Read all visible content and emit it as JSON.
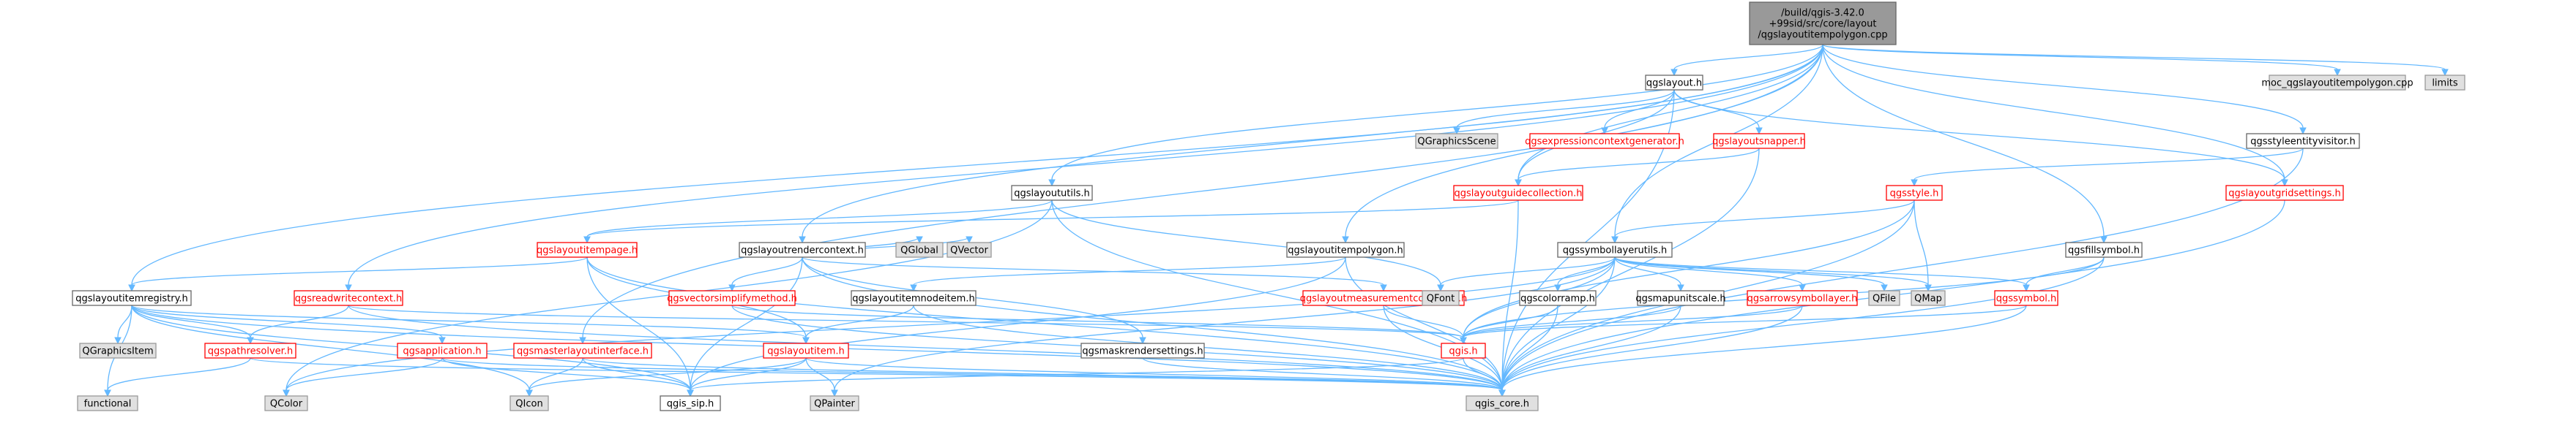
{
  "diagram": {
    "type": "include-dependency-graph",
    "colors": {
      "edge": "#63b8ff",
      "root_fill": "#999999",
      "external_fill": "#e0e0e0",
      "truncated_text": "#ff0000",
      "node_fill": "#ffffff"
    },
    "nodes": [
      {
        "id": "root",
        "label_lines": [
          "/build/qgis-3.42.0",
          "+99sid/src/core/layout",
          "/qgslayoutitempolygon.cpp"
        ],
        "style": "root"
      },
      {
        "id": "qgslayout_h",
        "label_lines": [
          "qgslayout.h"
        ],
        "style": "plain"
      },
      {
        "id": "moc",
        "label_lines": [
          "moc_qgslayoutitempolygon.cpp"
        ],
        "style": "gray"
      },
      {
        "id": "limits",
        "label_lines": [
          "limits"
        ],
        "style": "gray"
      },
      {
        "id": "qgsstyleentityvisitor",
        "label_lines": [
          "qgsstyleentityvisitor.h"
        ],
        "style": "plain"
      },
      {
        "id": "qgraphicsscene",
        "label_lines": [
          "QGraphicsScene"
        ],
        "style": "gray"
      },
      {
        "id": "qgsexprctxgen",
        "label_lines": [
          "qgsexpressioncontextgenerator.h"
        ],
        "style": "red"
      },
      {
        "id": "qgslayoutsnapper",
        "label_lines": [
          "qgslayoutsnapper.h"
        ],
        "style": "red"
      },
      {
        "id": "qgslayoututils",
        "label_lines": [
          "qgslayoututils.h"
        ],
        "style": "plain"
      },
      {
        "id": "qgslayoutguidecollection",
        "label_lines": [
          "qgslayoutguidecollection.h"
        ],
        "style": "red"
      },
      {
        "id": "qgsstyle",
        "label_lines": [
          "qgsstyle.h"
        ],
        "style": "red"
      },
      {
        "id": "qgslayoutgridsettings",
        "label_lines": [
          "qgslayoutgridsettings.h"
        ],
        "style": "red"
      },
      {
        "id": "qgslayoutitempage",
        "label_lines": [
          "qgslayoutitempage.h"
        ],
        "style": "red"
      },
      {
        "id": "qgslayoutrendercontext",
        "label_lines": [
          "qgslayoutrendercontext.h"
        ],
        "style": "plain"
      },
      {
        "id": "qgslayoutitempolygon",
        "label_lines": [
          "qgslayoutitempolygon.h"
        ],
        "style": "plain"
      },
      {
        "id": "qgssymbollayerutils",
        "label_lines": [
          "qgssymbollayerutils.h"
        ],
        "style": "plain"
      },
      {
        "id": "qgsfillsymbol",
        "label_lines": [
          "qgsfillsymbol.h"
        ],
        "style": "plain"
      },
      {
        "id": "qgslayoutitemregistry",
        "label_lines": [
          "qgslayoutitemregistry.h"
        ],
        "style": "plain"
      },
      {
        "id": "qgsreadwritecontext",
        "label_lines": [
          "qgsreadwritecontext.h"
        ],
        "style": "red"
      },
      {
        "id": "qglobal",
        "label_lines": [
          "QGlobal"
        ],
        "style": "gray"
      },
      {
        "id": "qvector",
        "label_lines": [
          "QVector"
        ],
        "style": "gray"
      },
      {
        "id": "qgsvectorsimplifymethod",
        "label_lines": [
          "qgsvectorsimplifymethod.h"
        ],
        "style": "red"
      },
      {
        "id": "qgslayoutitemnodeitem",
        "label_lines": [
          "qgslayoutitemnodeitem.h"
        ],
        "style": "plain"
      },
      {
        "id": "qgslayoutmeasurementconverter",
        "label_lines": [
          "qgslayoutmeasurementconverter.h"
        ],
        "style": "red"
      },
      {
        "id": "qfont",
        "label_lines": [
          "QFont"
        ],
        "style": "gray"
      },
      {
        "id": "qgscolorramp",
        "label_lines": [
          "qgscolorramp.h"
        ],
        "style": "plain"
      },
      {
        "id": "qgsmapunitscale",
        "label_lines": [
          "qgsmapunitscale.h"
        ],
        "style": "plain"
      },
      {
        "id": "qgsarrowsymbollayer",
        "label_lines": [
          "qgsarrowsymbollayer.h"
        ],
        "style": "red"
      },
      {
        "id": "qfile",
        "label_lines": [
          "QFile"
        ],
        "style": "gray"
      },
      {
        "id": "qmap",
        "label_lines": [
          "QMap"
        ],
        "style": "gray"
      },
      {
        "id": "qgssymbol",
        "label_lines": [
          "qgssymbol.h"
        ],
        "style": "red"
      },
      {
        "id": "qgraphicsitem",
        "label_lines": [
          "QGraphicsItem"
        ],
        "style": "gray"
      },
      {
        "id": "qgspathresolver",
        "label_lines": [
          "qgspathresolver.h"
        ],
        "style": "red"
      },
      {
        "id": "qgsapplication",
        "label_lines": [
          "qgsapplication.h"
        ],
        "style": "red"
      },
      {
        "id": "qgsmasterlayoutinterface",
        "label_lines": [
          "qgsmasterlayoutinterface.h"
        ],
        "style": "red"
      },
      {
        "id": "qgslayoutitem",
        "label_lines": [
          "qgslayoutitem.h"
        ],
        "style": "red"
      },
      {
        "id": "qgsmaskrendersettings",
        "label_lines": [
          "qgsmaskrendersettings.h"
        ],
        "style": "plain"
      },
      {
        "id": "qgis_h",
        "label_lines": [
          "qgis.h"
        ],
        "style": "red"
      },
      {
        "id": "functional",
        "label_lines": [
          "functional"
        ],
        "style": "gray"
      },
      {
        "id": "qcolor",
        "label_lines": [
          "QColor"
        ],
        "style": "gray"
      },
      {
        "id": "qicon",
        "label_lines": [
          "QIcon"
        ],
        "style": "gray"
      },
      {
        "id": "qgis_sip",
        "label_lines": [
          "qgis_sip.h"
        ],
        "style": "plain"
      },
      {
        "id": "qpainter",
        "label_lines": [
          "QPainter"
        ],
        "style": "gray"
      },
      {
        "id": "qgis_core",
        "label_lines": [
          "qgis_core.h"
        ],
        "style": "gray"
      }
    ],
    "edges": [
      [
        "root",
        "qgslayout_h"
      ],
      [
        "root",
        "moc"
      ],
      [
        "root",
        "limits"
      ],
      [
        "root",
        "qgsstyleentityvisitor"
      ],
      [
        "root",
        "qgslayoututils"
      ],
      [
        "root",
        "qgslayoutrendercontext"
      ],
      [
        "root",
        "qgslayoutitempolygon"
      ],
      [
        "root",
        "qgssymbollayerutils"
      ],
      [
        "root",
        "qgsfillsymbol"
      ],
      [
        "root",
        "qgslayoutitemregistry"
      ],
      [
        "root",
        "qgsreadwritecontext"
      ],
      [
        "root",
        "qgslayoutguidecollection"
      ],
      [
        "root",
        "qgslayoutgridsettings"
      ],
      [
        "root",
        "qgsmasterlayoutinterface"
      ],
      [
        "qgslayout_h",
        "qgraphicsscene"
      ],
      [
        "qgslayout_h",
        "qgsexprctxgen"
      ],
      [
        "qgslayout_h",
        "qgslayoutsnapper"
      ],
      [
        "qgslayout_h",
        "qgslayoutguidecollection"
      ],
      [
        "qgslayout_h",
        "qgslayoutgridsettings"
      ],
      [
        "qgslayout_h",
        "qgis_core"
      ],
      [
        "qgslayoutsnapper",
        "qgslayoutguidecollection"
      ],
      [
        "qgslayoutsnapper",
        "qgis_core"
      ],
      [
        "qgslayoutguidecollection",
        "qgslayoutitempage"
      ],
      [
        "qgslayoutguidecollection",
        "qgis_core"
      ],
      [
        "qgsstyleentityvisitor",
        "qgsstyle"
      ],
      [
        "qgsstyleentityvisitor",
        "qgis_core"
      ],
      [
        "qgsstyle",
        "qgssymbollayerutils"
      ],
      [
        "qgsstyle",
        "qmap"
      ],
      [
        "qgsstyle",
        "qgis_core"
      ],
      [
        "qgsstyle",
        "qgis_h"
      ],
      [
        "qgslayoutgridsettings",
        "qgis_core"
      ],
      [
        "qgslayoututils",
        "qgslayoutitempage"
      ],
      [
        "qgslayoututils",
        "qfont"
      ],
      [
        "qgslayoututils",
        "qgis_core"
      ],
      [
        "qgslayoututils",
        "qcolor"
      ],
      [
        "qgslayoutitempage",
        "qgslayoutitemregistry"
      ],
      [
        "qgslayoutitempage",
        "qgslayoutitem"
      ],
      [
        "qgslayoutitempage",
        "qgis_sip"
      ],
      [
        "qgslayoutitempage",
        "qgis_core"
      ],
      [
        "qgslayoutrendercontext",
        "qglobal"
      ],
      [
        "qgslayoutrendercontext",
        "qvector"
      ],
      [
        "qgslayoutrendercontext",
        "qgsvectorsimplifymethod"
      ],
      [
        "qgslayoutrendercontext",
        "qgslayoutmeasurementconverter"
      ],
      [
        "qgslayoutrendercontext",
        "qgsmaskrendersettings"
      ],
      [
        "qgslayoutrendercontext",
        "qgis_core"
      ],
      [
        "qgslayoutrendercontext",
        "qgis_sip"
      ],
      [
        "qgslayoutitempolygon",
        "qgslayoutitemnodeitem"
      ],
      [
        "qgslayoutitempolygon",
        "qgis_core"
      ],
      [
        "qgslayoutitempolygon",
        "qgis_sip"
      ],
      [
        "qgslayoutitemnodeitem",
        "qgslayoutitem"
      ],
      [
        "qgslayoutitemnodeitem",
        "qgis_core"
      ],
      [
        "qgssymbollayerutils",
        "qfont"
      ],
      [
        "qgssymbollayerutils",
        "qgscolorramp"
      ],
      [
        "qgssymbollayerutils",
        "qgsmapunitscale"
      ],
      [
        "qgssymbollayerutils",
        "qgsarrowsymbollayer"
      ],
      [
        "qgssymbollayerutils",
        "qfile"
      ],
      [
        "qgssymbollayerutils",
        "qmap"
      ],
      [
        "qgssymbollayerutils",
        "qgssymbol"
      ],
      [
        "qgssymbollayerutils",
        "qgis_core"
      ],
      [
        "qgssymbollayerutils",
        "qgis_h"
      ],
      [
        "qgssymbollayerutils",
        "qcolor"
      ],
      [
        "qgssymbollayerutils",
        "qpainter"
      ],
      [
        "qgsfillsymbol",
        "qgssymbol"
      ],
      [
        "qgsfillsymbol",
        "qgis_core"
      ],
      [
        "qgsfillsymbol",
        "qgis_h"
      ],
      [
        "qgssymbol",
        "qgis_core"
      ],
      [
        "qgssymbol",
        "qgis_h"
      ],
      [
        "qgscolorramp",
        "qgis_core"
      ],
      [
        "qgscolorramp",
        "qgis_h"
      ],
      [
        "qgsmapunitscale",
        "qgis_core"
      ],
      [
        "qgsmapunitscale",
        "qgis_h"
      ],
      [
        "qgsarrowsymbollayer",
        "qgis_core"
      ],
      [
        "qgsarrowsymbollayer",
        "qgis_h"
      ],
      [
        "qgslayoutmeasurementconverter",
        "qgis_core"
      ],
      [
        "qgslayoutmeasurementconverter",
        "qgis_h"
      ],
      [
        "qgsvectorsimplifymethod",
        "qgis_core"
      ],
      [
        "qgsvectorsimplifymethod",
        "qgis_h"
      ],
      [
        "qgslayoutitemregistry",
        "qgraphicsitem"
      ],
      [
        "qgslayoutitemregistry",
        "qgspathresolver"
      ],
      [
        "qgslayoutitemregistry",
        "qgsapplication"
      ],
      [
        "qgslayoutitemregistry",
        "qgslayoutitem"
      ],
      [
        "qgslayoutitemregistry",
        "qgis_core"
      ],
      [
        "qgslayoutitemregistry",
        "qgis_sip"
      ],
      [
        "qgslayoutitemregistry",
        "functional"
      ],
      [
        "qgslayoutitemregistry",
        "qicon"
      ],
      [
        "qgsreadwritecontext",
        "qgspathresolver"
      ],
      [
        "qgsreadwritecontext",
        "qgis_core"
      ],
      [
        "qgsreadwritecontext",
        "qgis_h"
      ],
      [
        "qgspathresolver",
        "qgis_core"
      ],
      [
        "qgspathresolver",
        "functional"
      ],
      [
        "qgsapplication",
        "qcolor"
      ],
      [
        "qgsapplication",
        "qgis_core"
      ],
      [
        "qgsapplication",
        "qgis_sip"
      ],
      [
        "qgsmasterlayoutinterface",
        "qicon"
      ],
      [
        "qgsmasterlayoutinterface",
        "qgis_core"
      ],
      [
        "qgsmasterlayoutinterface",
        "qgis_sip"
      ],
      [
        "qgslayoutitem",
        "qgis_core"
      ],
      [
        "qgslayoutitem",
        "qicon"
      ],
      [
        "qgslayoutitem",
        "qpainter"
      ],
      [
        "qgslayoutitem",
        "qgis_sip"
      ],
      [
        "qgsmaskrendersettings",
        "qgis_core"
      ],
      [
        "qgis_h",
        "qgis_core"
      ],
      [
        "qgis_h",
        "qgis_sip"
      ]
    ]
  }
}
